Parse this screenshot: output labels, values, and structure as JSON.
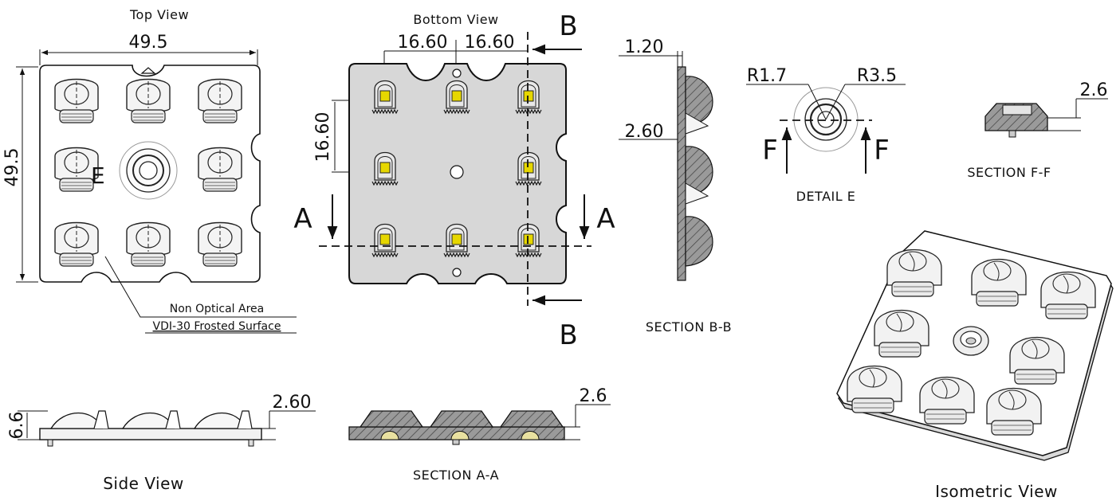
{
  "views": {
    "top_view": "Top View",
    "bottom_view": "Bottom View",
    "side_view": "Side View",
    "section_aa": "SECTION A-A",
    "section_bb": "SECTION B-B",
    "section_ff": "SECTION F-F",
    "detail_e": "DETAIL E",
    "isometric_view": "Isometric View"
  },
  "dimensions": {
    "top_width": "49.5",
    "top_height": "49.5",
    "pitch_x1": "16.60",
    "pitch_x2": "16.60",
    "pitch_y": "16.60",
    "bb_flange": "1.20",
    "bb_thickness": "2.60",
    "side_height": "6.6",
    "side_thickness": "2.60",
    "aa_thickness": "2.6",
    "ff_thickness": "2.6",
    "detail_r_inner": "R1.7",
    "detail_r_outer": "R3.5"
  },
  "markers": {
    "a_left": "A",
    "a_right": "A",
    "b_top": "B",
    "b_bottom": "B",
    "f_left": "F",
    "f_right": "F",
    "e_callout": "E"
  },
  "notes": {
    "line1": "Non Optical Area",
    "line2": "VDI-30 Frosted Surface"
  }
}
